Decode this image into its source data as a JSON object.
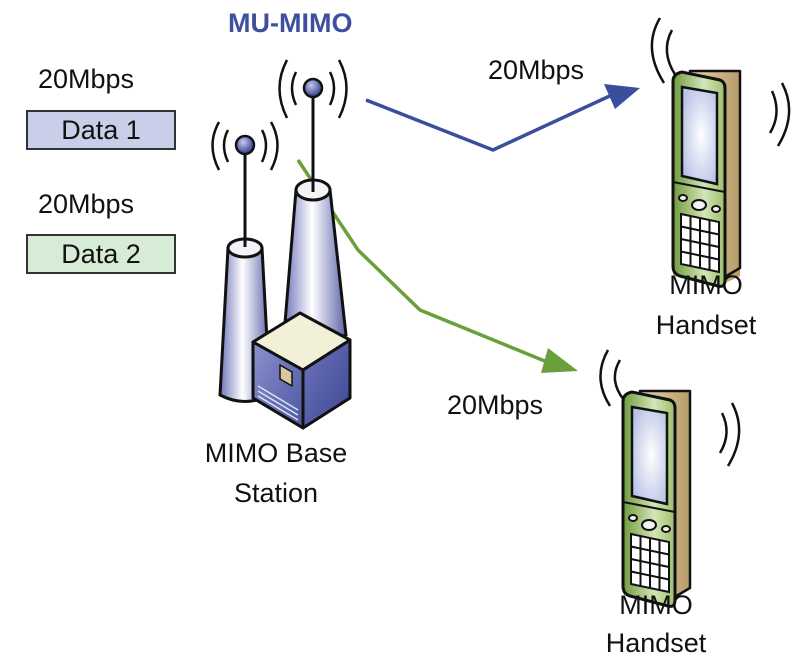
{
  "title": "MU-MIMO",
  "streams": [
    {
      "rate": "20Mbps",
      "label": "Data 1",
      "fill": "#c9cfe9"
    },
    {
      "rate": "20Mbps",
      "label": "Data 2",
      "fill": "#d7ecd6"
    }
  ],
  "base_station": {
    "line1": "MIMO Base",
    "line2": "Station"
  },
  "links": [
    {
      "rate": "20Mbps",
      "color": "#3b4e9c"
    },
    {
      "rate": "20Mbps",
      "color": "#6aa03a"
    }
  ],
  "handsets": [
    {
      "line1": "MIMO",
      "line2": "Handset"
    },
    {
      "line1": "MIMO",
      "line2": "Handset"
    }
  ],
  "icons": [
    "antenna-tower-icon",
    "base-station-cabinet-icon",
    "mobile-handset-icon",
    "radio-waves-icon"
  ]
}
